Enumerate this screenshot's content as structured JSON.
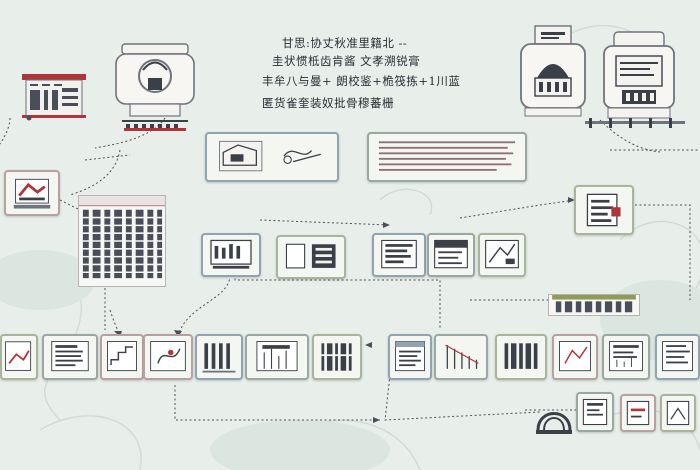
{
  "header_text": {
    "line1": "甘思:协丈秋准里籍北 --",
    "line2": "圭状惯柢齿肯酱  文孝溯锐膏",
    "line3": "丰牟八与曼+     朗校鉴+桅筏拣+1川蓝",
    "line4": "匿货雀奎装奴批骨穆蕃栅"
  },
  "colors": {
    "background": "#e8eeea",
    "box_border": "#9aa8a4",
    "connector": "#4a5058",
    "accent_red": "#b0343a",
    "accent_green": "#8f9a58"
  }
}
